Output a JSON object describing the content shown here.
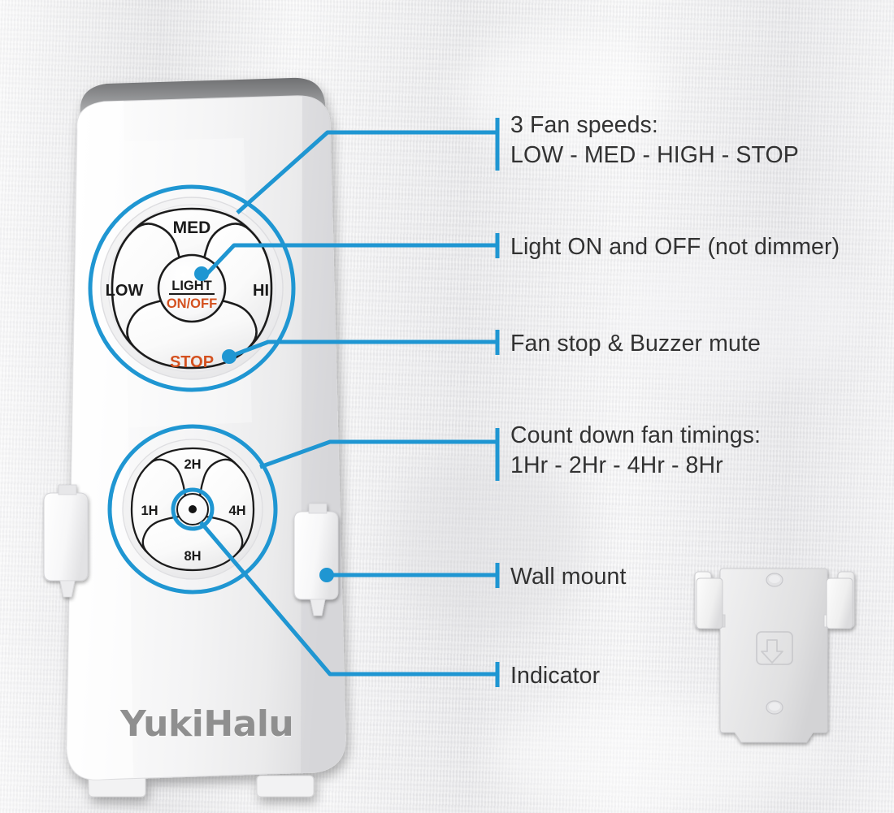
{
  "scene": {
    "title": "YukiHalu ceiling fan remote control — annotated feature callouts",
    "background_color": "#e8e8ea",
    "accent_color": "#1f96d2",
    "label_color": "#323232",
    "orange_color": "#d4511f",
    "body_color": "#fbfbfb"
  },
  "remote": {
    "brand": "YukiHalu",
    "fan_cluster": {
      "name": "fan speed and light cluster",
      "buttons": [
        {
          "id": "med",
          "label": "MED",
          "position": "top",
          "color": "#1a1a1a"
        },
        {
          "id": "low",
          "label": "LOW",
          "position": "left",
          "color": "#1a1a1a"
        },
        {
          "id": "hi",
          "label": "HI",
          "position": "right",
          "color": "#1a1a1a"
        },
        {
          "id": "stop",
          "label": "STOP",
          "position": "bottom",
          "color": "#d4511f"
        }
      ],
      "center_button": {
        "id": "light-on-off",
        "line1": "LIGHT",
        "line2": "ON/OFF",
        "line1_color": "#1a1a1a",
        "line2_color": "#d4511f"
      }
    },
    "timer_cluster": {
      "name": "count down timer cluster",
      "buttons": [
        {
          "id": "2h",
          "label": "2H",
          "position": "top"
        },
        {
          "id": "1h",
          "label": "1H",
          "position": "left"
        },
        {
          "id": "4h",
          "label": "4H",
          "position": "right"
        },
        {
          "id": "8h",
          "label": "8H",
          "position": "bottom"
        }
      ],
      "center_indicator": {
        "id": "indicator-led",
        "label": ""
      }
    },
    "side_clips": [
      {
        "id": "clip-left",
        "label": ""
      },
      {
        "id": "clip-right",
        "label": ""
      }
    ]
  },
  "wall_mount": {
    "name": "wall mount bracket",
    "screw_holes": 2,
    "side_clips": 2,
    "emblem": "embossed-logo"
  },
  "callouts": [
    {
      "id": "fan-speeds",
      "line1": "3 Fan speeds:",
      "line2": "LOW - MED - HIGH - STOP",
      "target": "fan-cluster-ring"
    },
    {
      "id": "light-on-off",
      "line1": "Light ON and OFF (not dimmer)",
      "line2": "",
      "target": "light-center-button"
    },
    {
      "id": "fan-stop",
      "line1": "Fan stop & Buzzer mute",
      "line2": "",
      "target": "stop-button"
    },
    {
      "id": "timings",
      "line1": "Count down fan timings:",
      "line2": "1Hr - 2Hr - 4Hr - 8Hr",
      "target": "timer-cluster-ring"
    },
    {
      "id": "wall-mount",
      "line1": "Wall mount",
      "line2": "",
      "target": "clip-right"
    },
    {
      "id": "indicator",
      "line1": "Indicator",
      "line2": "",
      "target": "indicator-led"
    }
  ]
}
